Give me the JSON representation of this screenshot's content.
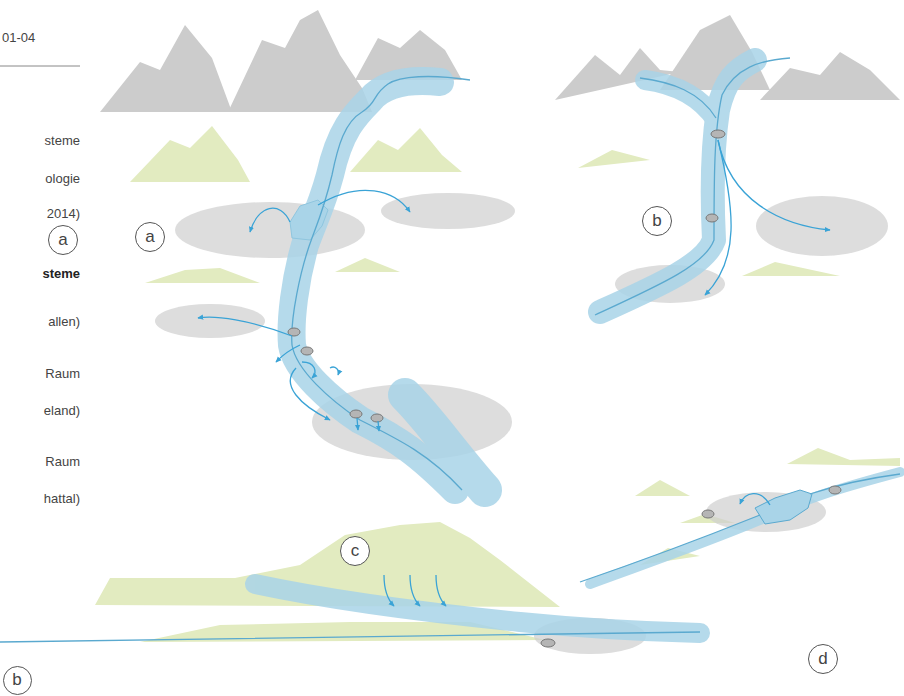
{
  "diagram": {
    "nodes": [
      {
        "text": [
          "a"
        ]
      },
      {
        "text": [
          "a"
        ]
      },
      {
        "text": [
          "b"
        ]
      },
      {
        "text": [
          "c"
        ]
      },
      {
        "text": [
          "d"
        ]
      },
      {
        "text": [
          "b"
        ]
      }
    ],
    "labels": [
      "01-04",
      "steme",
      "ologie",
      "2014)",
      "steme",
      "allen)",
      "Raum",
      "eland)",
      "Raum",
      "hattal)"
    ]
  }
}
